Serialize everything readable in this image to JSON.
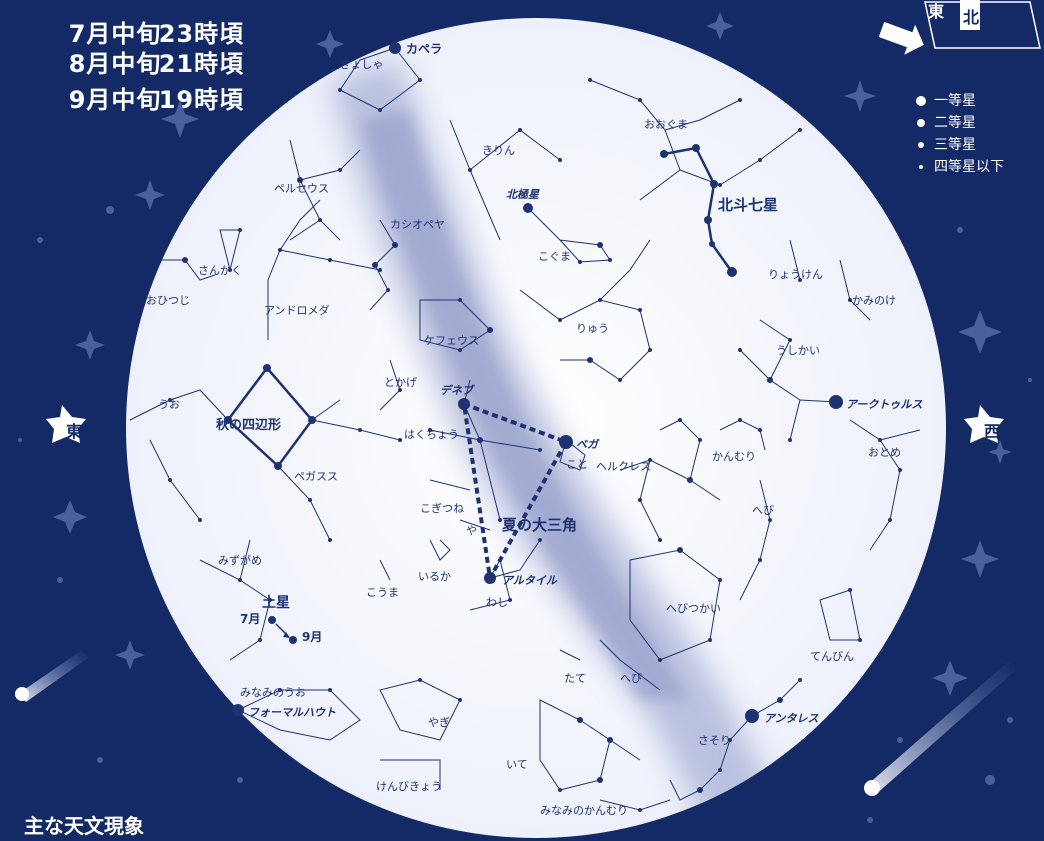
{
  "viewing_times": [
    {
      "period": "7月中旬",
      "time": "23時頃"
    },
    {
      "period": "8月中旬",
      "time": "21時頃"
    },
    {
      "period": "9月中旬",
      "time": "19時頃"
    }
  ],
  "directions": {
    "east_top": "東",
    "north_top": "北",
    "east_left": "東",
    "west_right": "西"
  },
  "legend": [
    "一等星",
    "二等星",
    "三等星",
    "四等星以下"
  ],
  "labels": {
    "capella": "カペラ",
    "auriga": "ぎょしゃ",
    "ursa_major": "おおぐま",
    "camelopardalis": "きりん",
    "polaris": "北極星",
    "ursa_minor": "こぐま",
    "big_dipper": "北斗七星",
    "canes_venatici": "りょうけん",
    "coma": "かみのけ",
    "perseus": "ペルセウス",
    "cassiopeia": "カシオペヤ",
    "triangulum": "さんかく",
    "aries": "おひつじ",
    "andromeda": "アンドロメダ",
    "draco": "りゅう",
    "bootes": "うしかい",
    "cepheus": "ケフェウス",
    "lacerta": "とかげ",
    "pisces": "うお",
    "deneb": "デネブ",
    "arcturus": "アークトゥルス",
    "great_square": "秋の四辺形",
    "cygnus": "はくちょう",
    "vega": "ベガ",
    "lyra": "こと",
    "hercules": "ヘルクレス",
    "corona_borealis": "かんむり",
    "virgo": "おとめ",
    "pegasus": "ペガスス",
    "vulpecula": "こぎつね",
    "sagitta": "や",
    "summer_triangle": "夏の大三角",
    "serpens_north": "へび",
    "aquarius": "みずがめ",
    "equuleus": "こうま",
    "delphinus": "いるか",
    "altair": "アルタイル",
    "aquila": "わし",
    "ophiuchus": "へびつかい",
    "libra": "てんびん",
    "saturn": "土星",
    "saturn_jul": "7月",
    "saturn_sep": "9月",
    "scutum": "たて",
    "serpens_south": "へび",
    "piscis_austrinus": "みなみのうお",
    "fomalhaut": "フォーマルハウト",
    "capricornus": "やぎ",
    "antares": "アンタレス",
    "scorpius": "さそり",
    "sagittarius": "いて",
    "microscopium": "けんびきょう",
    "corona_australis": "みなみのかんむり"
  },
  "footer": {
    "title": "主な天文現象"
  },
  "colors": {
    "background": "#142a66",
    "sky": "#f6f8ff",
    "lines": "#1e3272",
    "milky_way": "#b7bedc",
    "text": "#1e3272"
  }
}
